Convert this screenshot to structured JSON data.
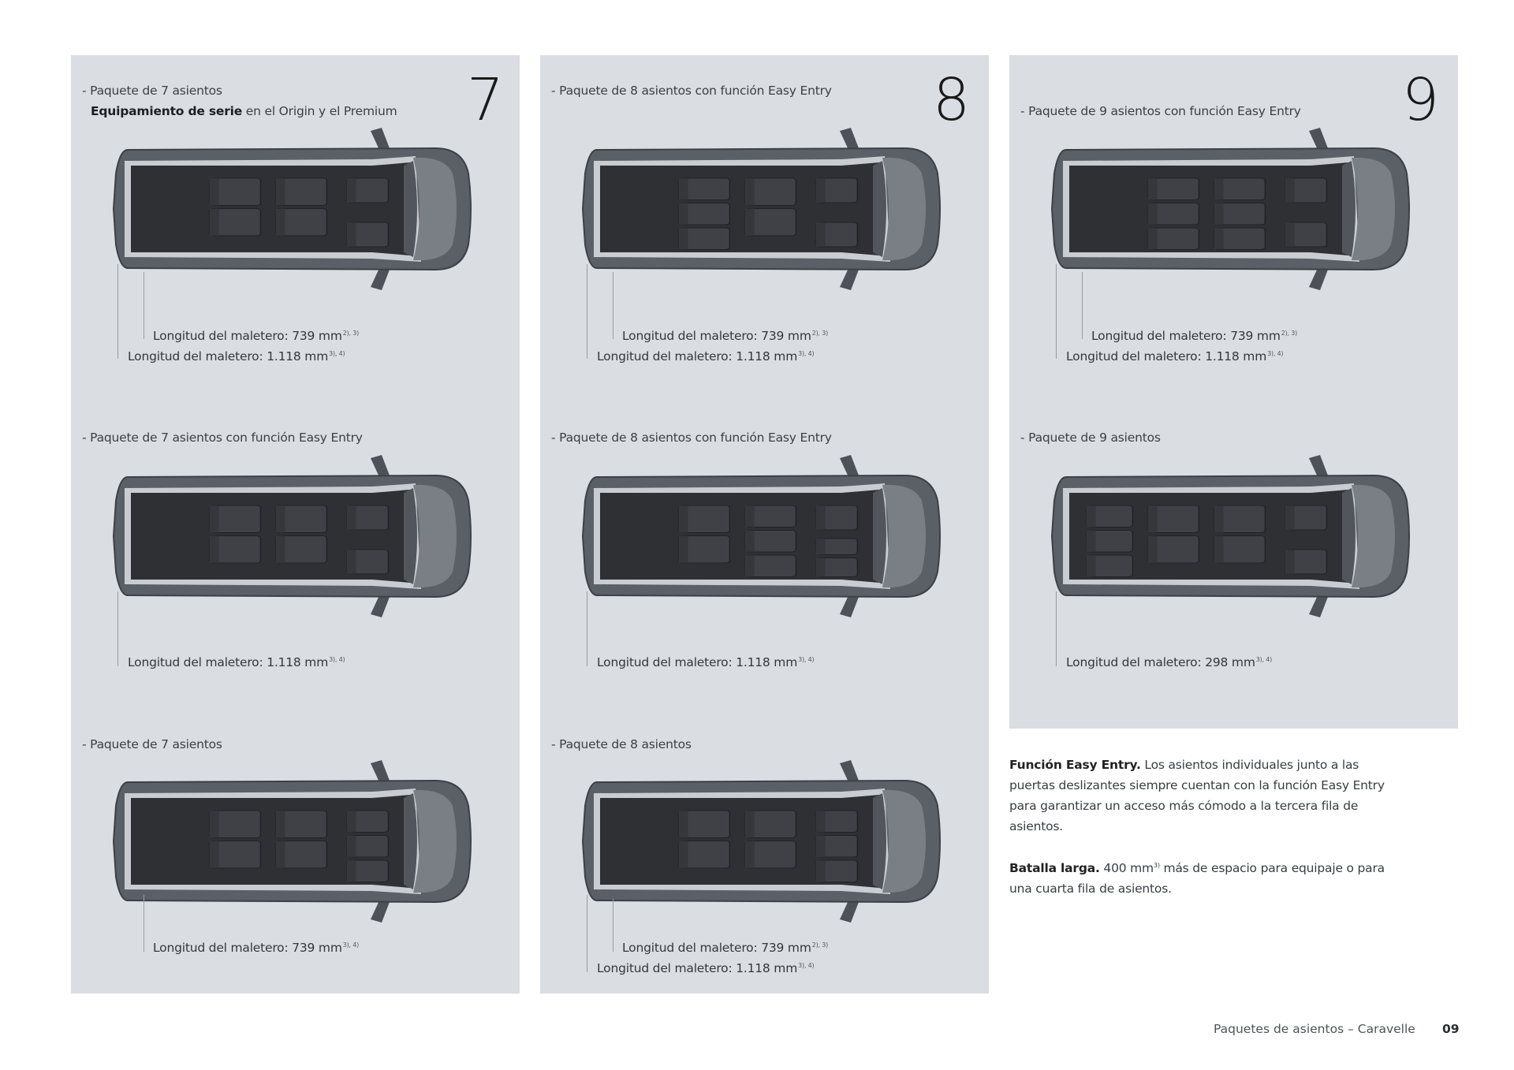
{
  "panels": [
    {
      "numeral": "7",
      "configs": [
        {
          "heading": "- Paquete de 7 asientos",
          "subheading_bold": "Equipamiento de serie",
          "subheading_rest": " en el Origin y el Premium",
          "layout": "7-std",
          "trunk": [
            {
              "label": "Longitud del maletero: 739 mm",
              "sup": "2), 3)"
            },
            {
              "label": "Longitud del maletero: 1.118 mm",
              "sup": "3), 4)"
            }
          ]
        },
        {
          "heading": "- Paquete de 7 asientos con función Easy Entry",
          "layout": "7-easy",
          "trunk": [
            {
              "label": "Longitud del maletero: 1.118 mm",
              "sup": "3), 4)"
            }
          ]
        },
        {
          "heading": "- Paquete de 7 asientos",
          "layout": "7-alt",
          "trunk": [
            {
              "label": "Longitud del maletero: 739 mm",
              "sup": "3), 4)"
            }
          ]
        }
      ]
    },
    {
      "numeral": "8",
      "configs": [
        {
          "heading": "- Paquete de 8 asientos con función Easy Entry",
          "layout": "8-easy-a",
          "trunk": [
            {
              "label": "Longitud del maletero: 739 mm",
              "sup": "2), 3)"
            },
            {
              "label": "Longitud del maletero: 1.118 mm",
              "sup": "3), 4)"
            }
          ]
        },
        {
          "heading": "- Paquete de 8 asientos con función Easy Entry",
          "layout": "8-easy-b",
          "trunk": [
            {
              "label": "Longitud del maletero: 1.118 mm",
              "sup": "3), 4)"
            }
          ]
        },
        {
          "heading": "- Paquete de 8 asientos",
          "layout": "8-std",
          "trunk": [
            {
              "label": "Longitud del maletero: 739 mm",
              "sup": "2), 3)"
            },
            {
              "label": "Longitud del maletero: 1.118 mm",
              "sup": "3), 4)"
            }
          ]
        }
      ]
    },
    {
      "numeral": "9",
      "configs": [
        {
          "heading": "- Paquete de 9 asientos con función Easy Entry",
          "layout": "9-easy",
          "trunk": [
            {
              "label": "Longitud del maletero: 739 mm",
              "sup": "2), 3)"
            },
            {
              "label": "Longitud del maletero: 1.118 mm",
              "sup": "3), 4)"
            }
          ]
        },
        {
          "heading": "- Paquete de 9 asientos",
          "layout": "9-std",
          "trunk": [
            {
              "label": "Longitud del maletero: 298 mm",
              "sup": "3), 4)"
            }
          ]
        }
      ]
    }
  ],
  "notes": [
    {
      "title": "Función Easy Entry.",
      "text": " Los asientos individuales junto a las puertas deslizantes siempre cuentan con la función Easy Entry para garantizar un acceso más cómodo a la tercera fila de asientos."
    },
    {
      "title": "Batalla larga.",
      "text_before": " 400 mm",
      "sup": "3)",
      "text_after": " más de espacio para equipaje o para una cuarta fila de asientos."
    }
  ],
  "footer": {
    "section": "Paquetes de asientos – Caravelle",
    "page": "09"
  },
  "colors": {
    "panel_bg": "#dadde2",
    "van_body": "#5b5f66",
    "van_interior": "#2f3034"
  }
}
